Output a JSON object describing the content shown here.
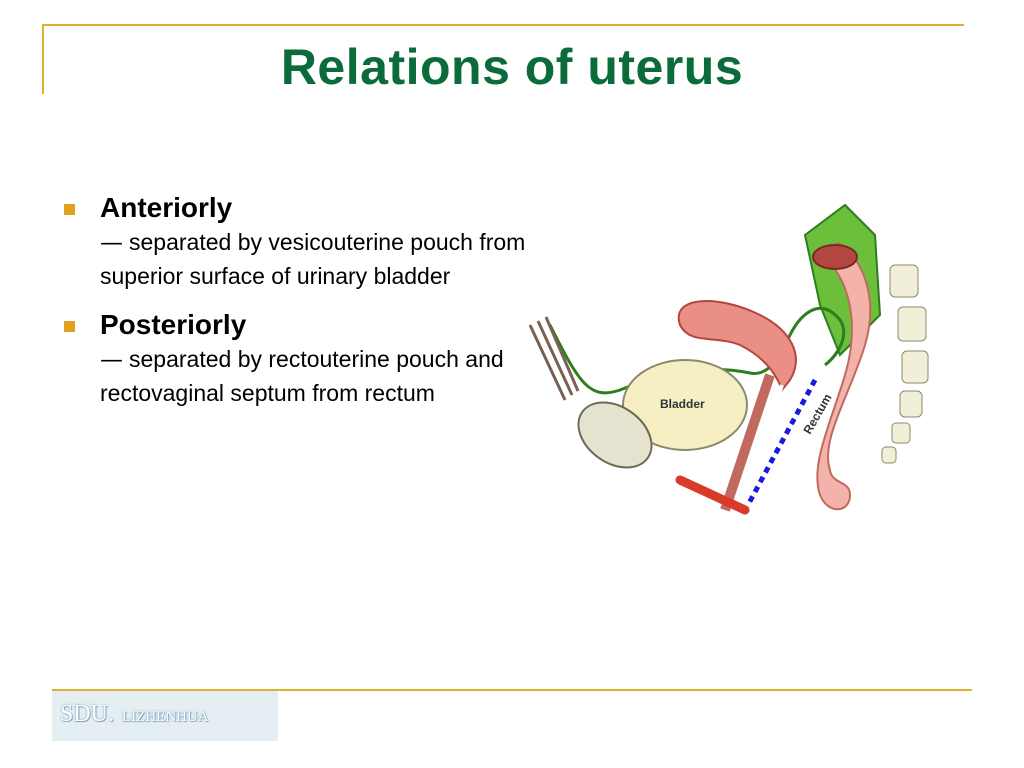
{
  "slide": {
    "title": "Relations of uterus",
    "bullets": [
      {
        "heading": "Anteriorly",
        "dash": "—",
        "text": "separated by vesicouterine pouch from superior surface of urinary bladder"
      },
      {
        "heading": "Posteriorly",
        "dash": "—",
        "text": "separated by rectouterine pouch and rectovaginal septum from rectum"
      }
    ]
  },
  "diagram": {
    "labels": {
      "bladder": "Bladder",
      "rectum": "Rectum"
    },
    "colors": {
      "peritoneum": "#2e7d1f",
      "uterus": "#e98f86",
      "rectum": "#f3b3aa",
      "bladder": "#f6efc4",
      "septum": "#1a1adc",
      "urethra": "#d93a2a",
      "sigmoid_band": "#6bbf3a"
    }
  },
  "footer": {
    "logo_main": "SDU.",
    "logo_sub": "LIZHENHUA"
  },
  "theme": {
    "accent": "#e0b12e",
    "title_color": "#0b6b3a",
    "bullet_color": "#e0a21c"
  }
}
